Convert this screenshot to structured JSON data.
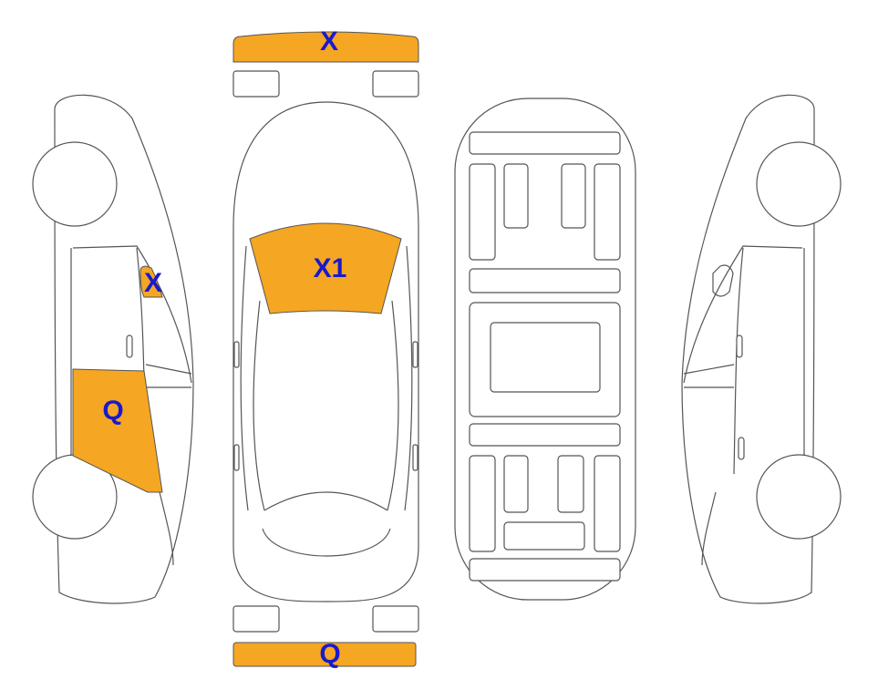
{
  "colors": {
    "damage_fill": "#f5a623",
    "label": "#1a1acc",
    "outline": "#555555"
  },
  "marks": {
    "front_bumper": "X",
    "windshield": "X1",
    "left_front_window": "X",
    "left_rear_door": "Q",
    "rear_bumper": "Q"
  }
}
